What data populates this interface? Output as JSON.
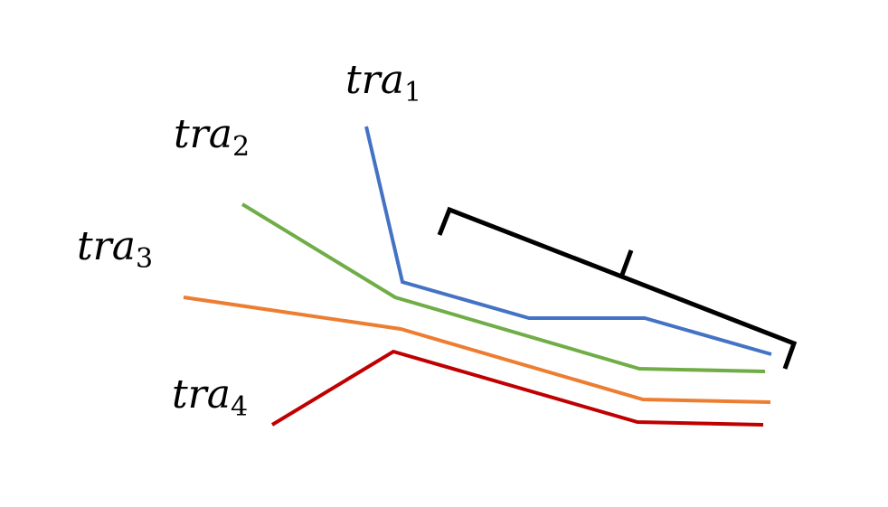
{
  "diagram": {
    "trajectories": [
      {
        "id": "tra1",
        "label": {
          "base": "tra",
          "sub": "1"
        },
        "color": "#4472C4"
      },
      {
        "id": "tra2",
        "label": {
          "base": "tra",
          "sub": "2"
        },
        "color": "#70AD47"
      },
      {
        "id": "tra3",
        "label": {
          "base": "tra",
          "sub": "3"
        },
        "color": "#ED7D31"
      },
      {
        "id": "tra4",
        "label": {
          "base": "tra",
          "sub": "4"
        },
        "color": "#C00000"
      }
    ],
    "bracket": {
      "color": "#000000"
    }
  }
}
